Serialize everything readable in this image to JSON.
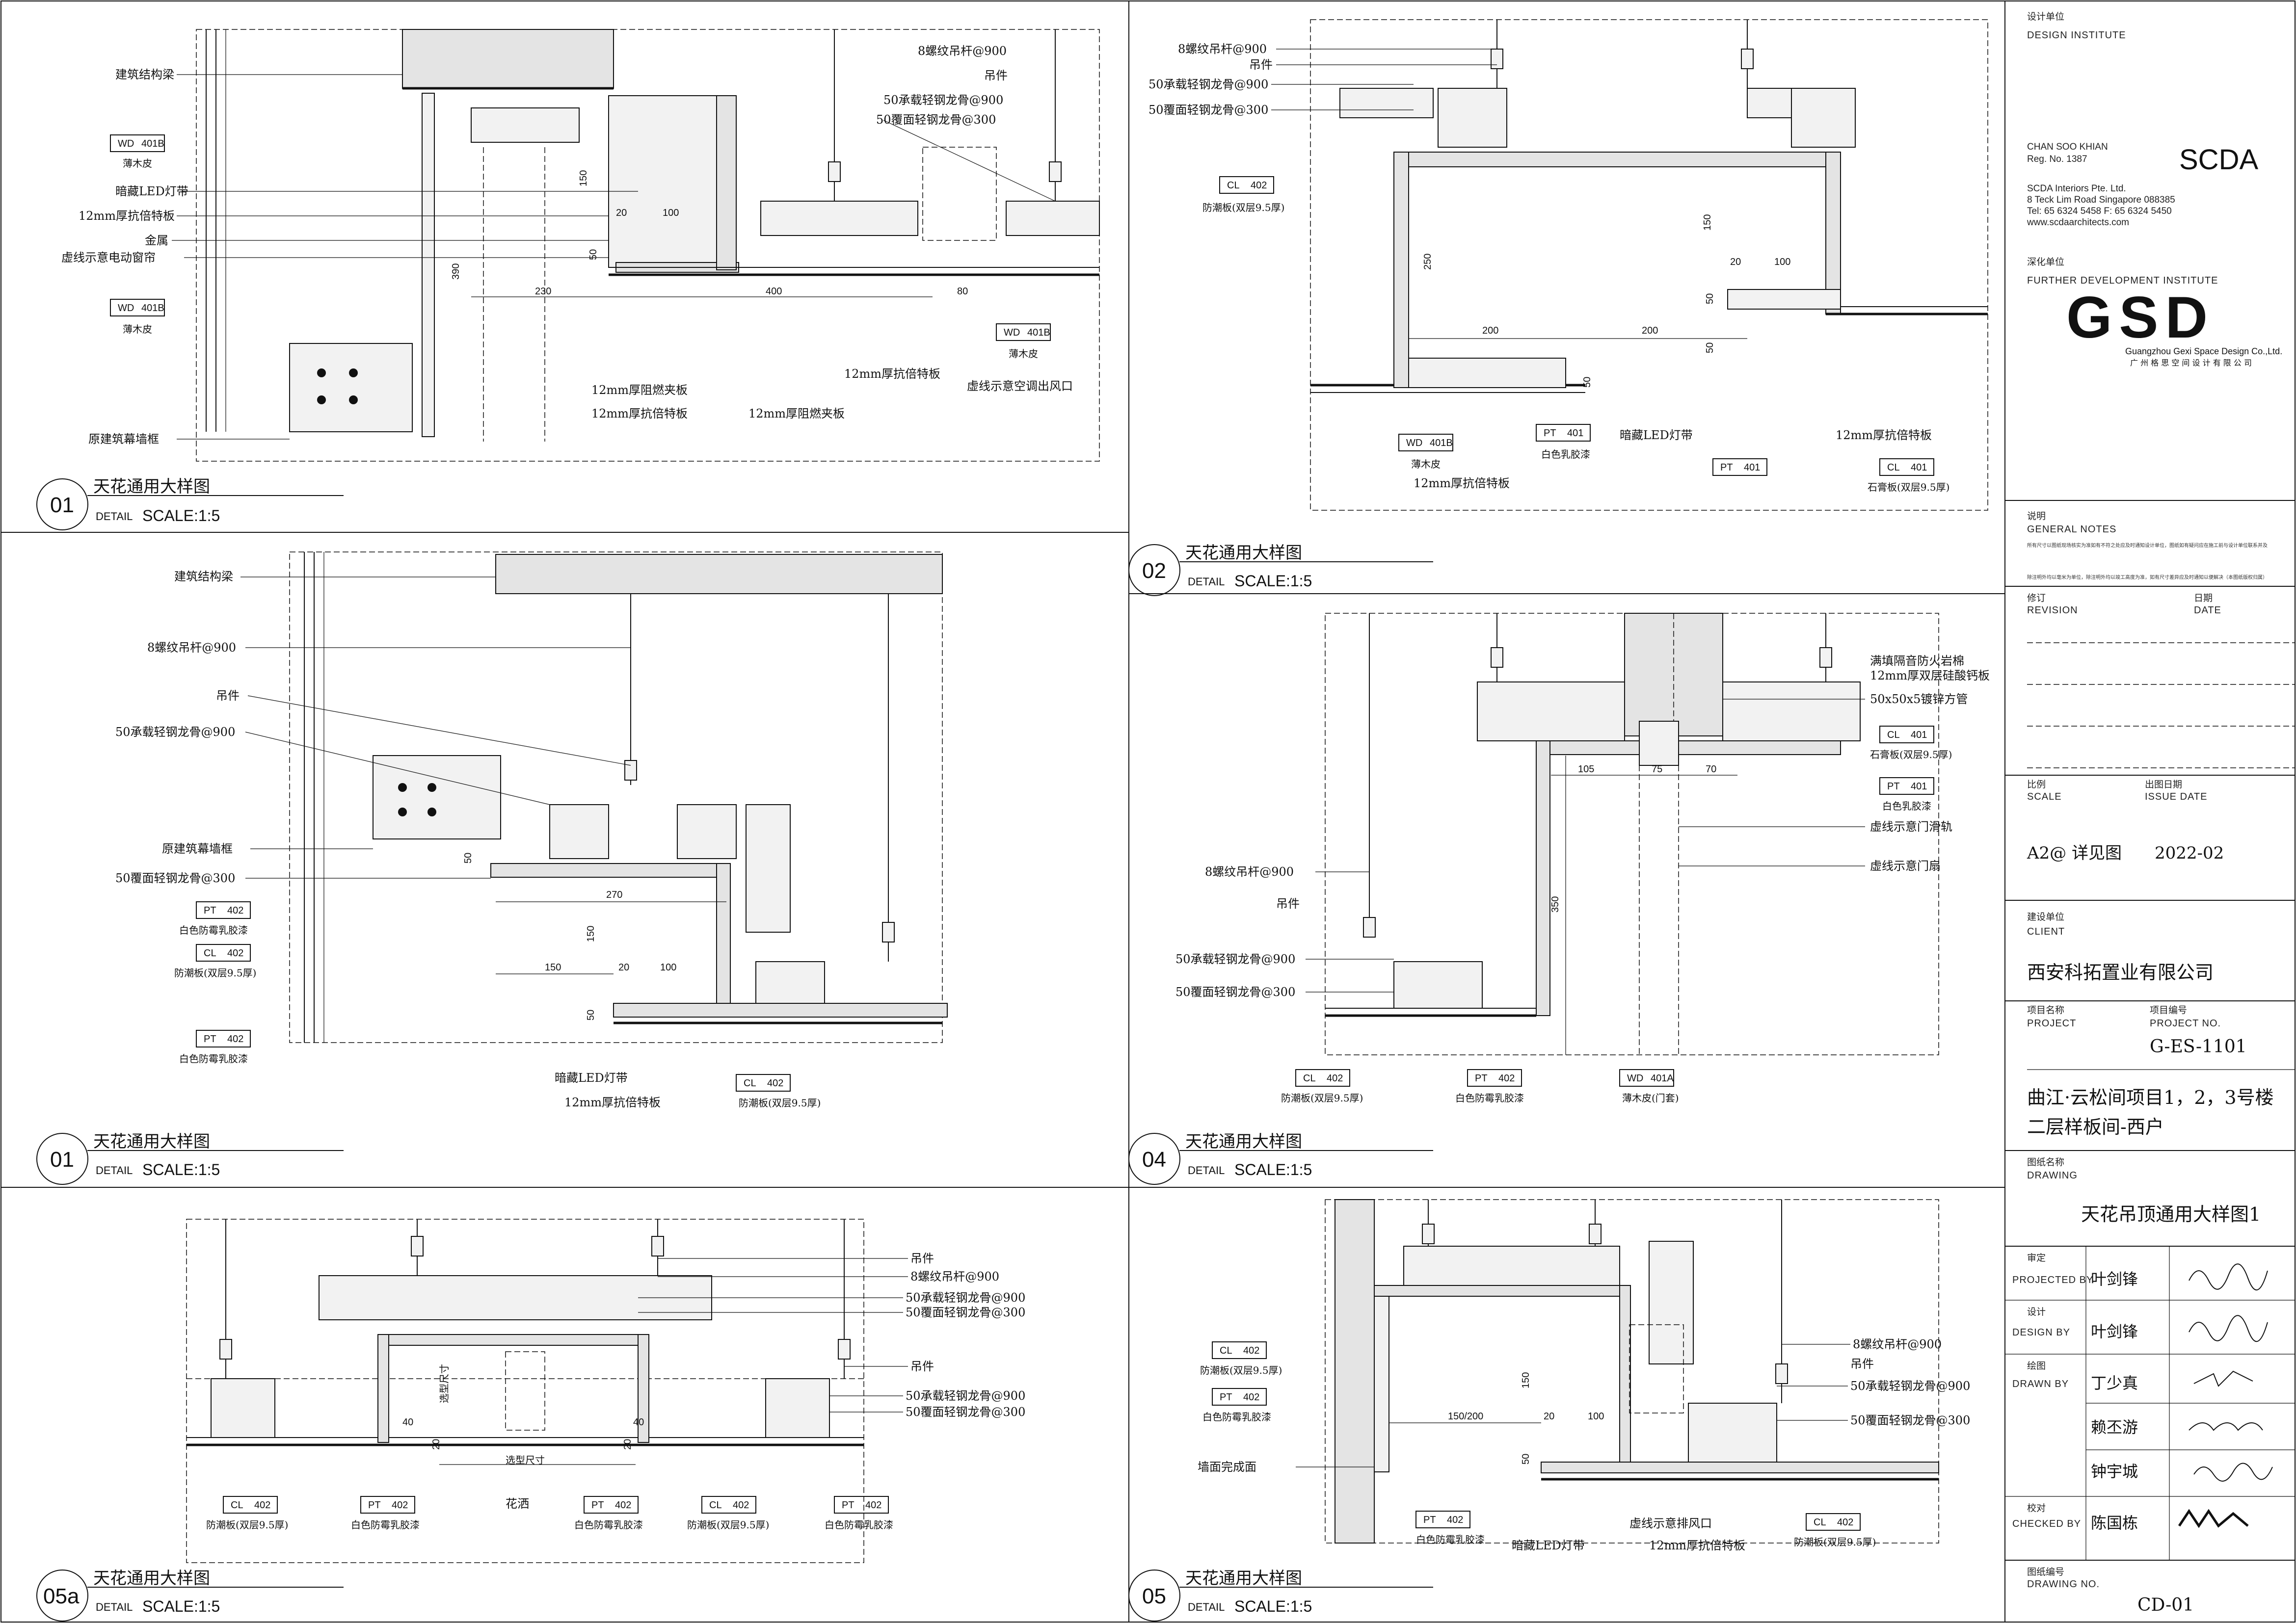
{
  "panels": [
    {
      "id": "01",
      "title": "天花通用大样图",
      "detail": "DETAIL",
      "scale": "SCALE:1:5",
      "labels": [
        "建筑结构梁",
        "薄木皮",
        "暗藏LED灯带",
        "12mm厚抗倍特板",
        "金属",
        "虚线示意电动窗帘",
        "薄木皮",
        "原建筑幕墙框",
        "8螺纹吊杆@900",
        "吊件",
        "50承载轻钢龙骨@900",
        "50覆面轻钢龙骨@300",
        "12mm厚阻燃夹板",
        "12mm厚抗倍特板",
        "12mm厚阻燃夹板",
        "12mm厚抗倍特板",
        "虚线示意空调出风口",
        "薄木皮"
      ],
      "tags": [
        {
          "code": "WD",
          "no": "401B"
        },
        {
          "code": "WD",
          "no": "401B"
        },
        {
          "code": "WD",
          "no": "401B"
        }
      ],
      "dims": [
        "150",
        "390",
        "100",
        "20",
        "50",
        "230",
        "400",
        "80"
      ]
    },
    {
      "id": "02",
      "title": "天花通用大样图",
      "detail": "DETAIL",
      "scale": "SCALE:1:5",
      "labels": [
        "8螺纹吊杆@900",
        "吊件",
        "50承载轻钢龙骨@900",
        "50覆面轻钢龙骨@300",
        "防潮板(双层9.5厚)",
        "薄木皮",
        "12mm厚抗倍特板",
        "白色乳胶漆",
        "暗藏LED灯带",
        "12mm厚抗倍特板",
        "石膏板(双层9.5厚)"
      ],
      "tags": [
        {
          "code": "CL",
          "no": "402"
        },
        {
          "code": "WD",
          "no": "401B"
        },
        {
          "code": "PT",
          "no": "401"
        },
        {
          "code": "PT",
          "no": "401"
        },
        {
          "code": "CL",
          "no": "401"
        }
      ],
      "dims": [
        "250",
        "150",
        "200",
        "200",
        "50",
        "20",
        "100",
        "50",
        "50"
      ]
    },
    {
      "id": "01",
      "title": "天花通用大样图",
      "detail": "DETAIL",
      "scale": "SCALE:1:5",
      "labels": [
        "建筑结构梁",
        "8螺纹吊杆@900",
        "吊件",
        "50承载轻钢龙骨@900",
        "原建筑幕墙框",
        "50覆面轻钢龙骨@300",
        "白色防霉乳胶漆",
        "防潮板(双层9.5厚)",
        "白色防霉乳胶漆",
        "暗藏LED灯带",
        "12mm厚抗倍特板",
        "防潮板(双层9.5厚)"
      ],
      "tags": [
        {
          "code": "PT",
          "no": "402"
        },
        {
          "code": "CL",
          "no": "402"
        },
        {
          "code": "PT",
          "no": "402"
        },
        {
          "code": "CL",
          "no": "402"
        }
      ],
      "dims": [
        "50",
        "270",
        "150",
        "150",
        "20",
        "100",
        "50"
      ]
    },
    {
      "id": "04",
      "title": "天花通用大样图",
      "detail": "DETAIL",
      "scale": "SCALE:1:5",
      "labels": [
        "满填隔音防火岩棉",
        "12mm厚双层硅酸钙板",
        "50x50x5镀锌方管",
        "石膏板(双层9.5厚)",
        "白色乳胶漆",
        "虚线示意门滑轨",
        "虚线示意门扇",
        "8螺纹吊杆@900",
        "吊件",
        "50承载轻钢龙骨@900",
        "50覆面轻钢龙骨@300",
        "防潮板(双层9.5厚)",
        "白色防霉乳胶漆",
        "薄木皮(门套)"
      ],
      "tags": [
        {
          "code": "CL",
          "no": "401"
        },
        {
          "code": "PT",
          "no": "401"
        },
        {
          "code": "CL",
          "no": "402"
        },
        {
          "code": "PT",
          "no": "402"
        },
        {
          "code": "WD",
          "no": "401A"
        }
      ],
      "dims": [
        "105",
        "75",
        "70",
        "350"
      ]
    },
    {
      "id": "05a",
      "title": "天花通用大样图",
      "detail": "DETAIL",
      "scale": "SCALE:1:5",
      "labels": [
        "吊件",
        "8螺纹吊杆@900",
        "50承载轻钢龙骨@900",
        "50覆面轻钢龙骨@300",
        "吊件",
        "50承载轻钢龙骨@900",
        "50覆面轻钢龙骨@300",
        "选型尺寸",
        "选型尺寸",
        "花洒",
        "防潮板(双层9.5厚)",
        "白色防霉乳胶漆",
        "白色防霉乳胶漆",
        "防潮板(双层9.5厚)",
        "白色防霉乳胶漆"
      ],
      "tags": [
        {
          "code": "CL",
          "no": "402"
        },
        {
          "code": "PT",
          "no": "402"
        },
        {
          "code": "PT",
          "no": "402"
        },
        {
          "code": "CL",
          "no": "402"
        },
        {
          "code": "PT",
          "no": "402"
        }
      ],
      "dims": [
        "40",
        "40",
        "20",
        "20"
      ]
    },
    {
      "id": "05",
      "title": "天花通用大样图",
      "detail": "DETAIL",
      "scale": "SCALE:1:5",
      "labels": [
        "8螺纹吊杆@900",
        "吊件",
        "50承载轻钢龙骨@900",
        "50覆面轻钢龙骨@300",
        "防潮板(双层9.5厚)",
        "白色防霉乳胶漆",
        "墙面完成面",
        "白色防霉乳胶漆",
        "暗藏LED灯带",
        "虚线示意排风口",
        "12mm厚抗倍特板",
        "防潮板(双层9.5厚)"
      ],
      "tags": [
        {
          "code": "CL",
          "no": "402"
        },
        {
          "code": "PT",
          "no": "402"
        },
        {
          "code": "PT",
          "no": "402"
        },
        {
          "code": "CL",
          "no": "402"
        }
      ],
      "dims": [
        "150",
        "150/200",
        "20",
        "100",
        "50"
      ]
    }
  ],
  "title_block": {
    "design_unit_cn": "设计单位",
    "design_unit_en": "DESIGN INSTITUTE",
    "architect_name": "CHAN SOO KHIAN",
    "architect_reg": "Reg. No. 1387",
    "scda_logo": "SCDA",
    "scda_company": "SCDA Interiors Pte. Ltd.",
    "scda_address": "8 Teck Lim Road Singapore 088385",
    "scda_phone": "Tel: 65 6324 5458    F: 65 6324 5450",
    "scda_web": "www.scdaarchitects.com",
    "further_cn": "深化单位",
    "further_en": "FURTHER DEVELOPMENT INSTITUTE",
    "gsd_logo": "GSD",
    "gsd_company_en": "Guangzhou  Gexi Space Design Co.,Ltd.",
    "gsd_company_cn": "广 州 格 思 空 间 设 计 有 限 公 司",
    "notes_cn": "说明",
    "notes_en": "GENERAL NOTES",
    "notes_body_1": "所有尺寸以图纸现场核实为准如有不符之处应及时通知设计单位，图纸如有疑问应在施工前与设计单位联系并及",
    "notes_body_2": "除注明外均以毫米为单位，除注明外均以竣工高度为准，如有尺寸差异应及时通知以便解决（本图纸版权归属）",
    "revision_cn": "修订",
    "revision_en": "REVISION",
    "date_cn": "日期",
    "date_en": "DATE",
    "scale_cn": "比例",
    "scale_en": "SCALE",
    "scale_value": "A2@ 详见图",
    "issue_cn": "出图日期",
    "issue_en": "ISSUE DATE",
    "issue_value": "2022-02",
    "client_cn": "建设单位",
    "client_en": "CLIENT",
    "client_value": "西安科拓置业有限公司",
    "project_cn": "项目名称",
    "project_en": "PROJECT",
    "project_no_cn": "项目编号",
    "project_no_en": "PROJECT NO.",
    "project_no_value": "G-ES-1101",
    "project_value_1": "曲江·云松间项目1，2，3号楼",
    "project_value_2": "二层样板间-西户",
    "drawing_cn": "图纸名称",
    "drawing_en": "DRAWING",
    "drawing_value": "天花吊顶通用大样图1",
    "projected_cn": "审定",
    "projected_en": "PROJECTED BY",
    "projected_name": "叶剑锋",
    "design_cn": "设计",
    "design_en": "DESIGN BY",
    "design_name": "叶剑锋",
    "drawn_cn": "绘图",
    "drawn_en": "DRAWN BY",
    "drawn_name": "丁少真",
    "extra_name_1": "赖丕游",
    "extra_name_2": "钟宇城",
    "checked_cn": "校对",
    "checked_en": "CHECKED BY",
    "checked_name": "陈国栋",
    "drawing_no_cn": "图纸编号",
    "drawing_no_en": "DRAWING NO.",
    "drawing_no_value": "CD-01"
  }
}
